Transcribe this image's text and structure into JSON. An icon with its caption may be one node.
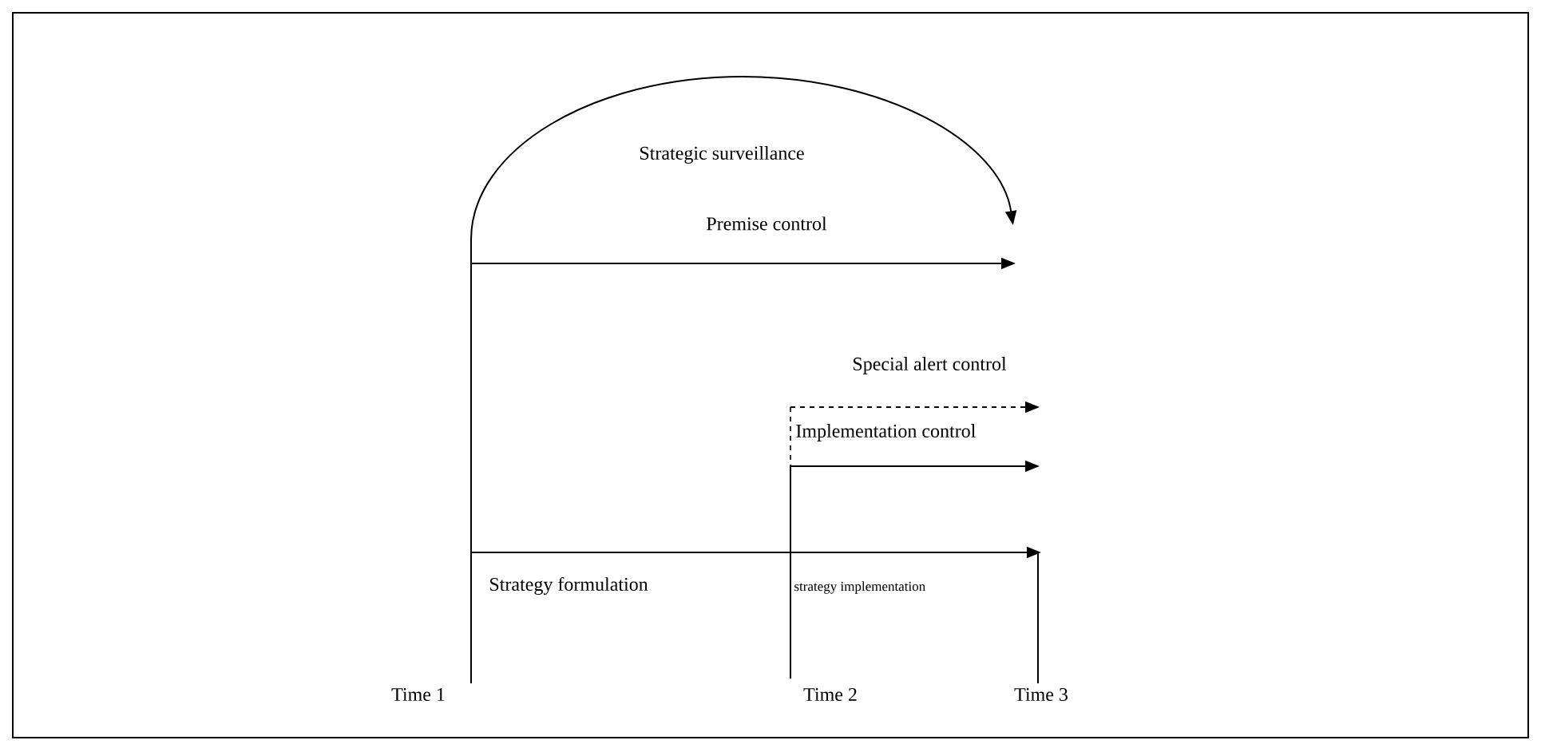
{
  "diagram": {
    "labels": [
      "Strategic surveillance",
      "Premise control",
      "Special alert control",
      "Implementation control",
      "Strategy formulation",
      "strategy implementation",
      "Time 1",
      "Time 2",
      "Time 3"
    ]
  }
}
